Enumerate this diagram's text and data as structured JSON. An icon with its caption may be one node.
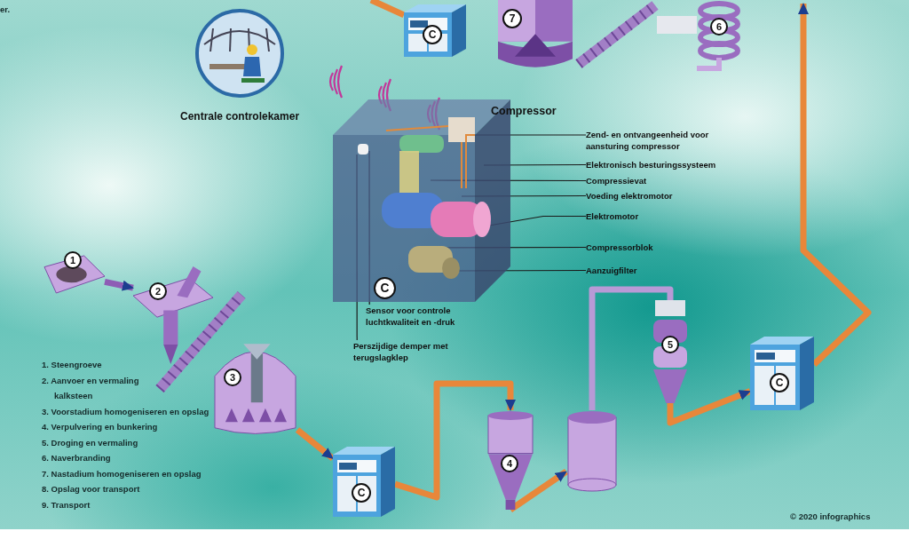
{
  "diagram": {
    "nodes": [
      {
        "text": [
          "C"
        ]
      },
      {
        "text": [
          "7"
        ]
      },
      {
        "text": [
          "6"
        ]
      },
      {
        "text": [
          "Centrale controlekamer"
        ]
      },
      {
        "text": [
          "Compressor",
          "C"
        ]
      },
      {
        "text": [
          "Zend- en ontvangeenheid voor aansturing compressor"
        ]
      },
      {
        "text": [
          "Elektronisch besturingssysteem"
        ]
      },
      {
        "text": [
          "Compressievat"
        ]
      },
      {
        "text": [
          "Voeding elektromotor"
        ]
      },
      {
        "text": [
          "Elektromotor"
        ]
      },
      {
        "text": [
          "Compressorblok"
        ]
      },
      {
        "text": [
          "Aanzuigfilter"
        ]
      },
      {
        "text": [
          "Sensor voor controle luchtkwaliteit en -druk"
        ]
      },
      {
        "text": [
          "Perszijdige demper met terugslagklep"
        ]
      },
      {
        "text": [
          "1"
        ]
      },
      {
        "text": [
          "2"
        ]
      },
      {
        "text": [
          "3"
        ]
      },
      {
        "text": [
          "C"
        ]
      },
      {
        "text": [
          "4"
        ]
      },
      {
        "text": [],
        "shape": "cylinder"
      },
      {
        "text": [
          "5"
        ]
      },
      {
        "text": [
          "C"
        ]
      }
    ],
    "edges": [
      {
        "from": null,
        "to": 0,
        "arrow": "none",
        "style": "thick",
        "color": "#e8873a"
      },
      {
        "from": 14,
        "to": 15,
        "arrow": "to",
        "style": "thick",
        "color": "#8e5cb5"
      },
      {
        "from": 16,
        "to": 17,
        "arrow": "to",
        "style": "thick",
        "color": "#e8873a"
      },
      {
        "from": 17,
        "to": 18,
        "arrow": "to",
        "style": "thick",
        "color": "#e8873a"
      },
      {
        "from": 18,
        "to": 19,
        "arrow": "to",
        "style": "thick",
        "color": "#e8873a"
      },
      {
        "from": 19,
        "to": 20,
        "arrow": "none",
        "style": "thick",
        "color": "#b89ad6"
      },
      {
        "from": 20,
        "to": 21,
        "arrow": "to",
        "style": "thick",
        "color": "#e8873a"
      },
      {
        "from": 21,
        "to": null,
        "arrow": "to",
        "style": "thick",
        "color": "#e8873a"
      },
      {
        "from": 5,
        "to": 4,
        "arrow": "none"
      },
      {
        "from": 6,
        "to": 4,
        "arrow": "none"
      },
      {
        "from": 7,
        "to": 4,
        "arrow": "none"
      },
      {
        "from": 8,
        "to": 4,
        "arrow": "none"
      },
      {
        "from": 9,
        "to": 4,
        "arrow": "none"
      },
      {
        "from": 10,
        "to": 4,
        "arrow": "none"
      },
      {
        "from": 11,
        "to": 4,
        "arrow": "none"
      },
      {
        "from": 12,
        "to": 4,
        "arrow": "none"
      },
      {
        "from": 13,
        "to": 4,
        "arrow": "none"
      }
    ],
    "labels": [
      "er.",
      "1. Steengroeve",
      "2. Aanvoer en vermaling kalksteen",
      "3. Voorstadium homogeniseren en opslag",
      "4. Verpulvering en bunkering",
      "5. Droging en vermaling",
      "6. Naverbranding",
      "7. Nastadium homogeniseren en opslag",
      "8. Opslag voor transport",
      "9. Transport",
      "© 2020 infographics"
    ]
  }
}
